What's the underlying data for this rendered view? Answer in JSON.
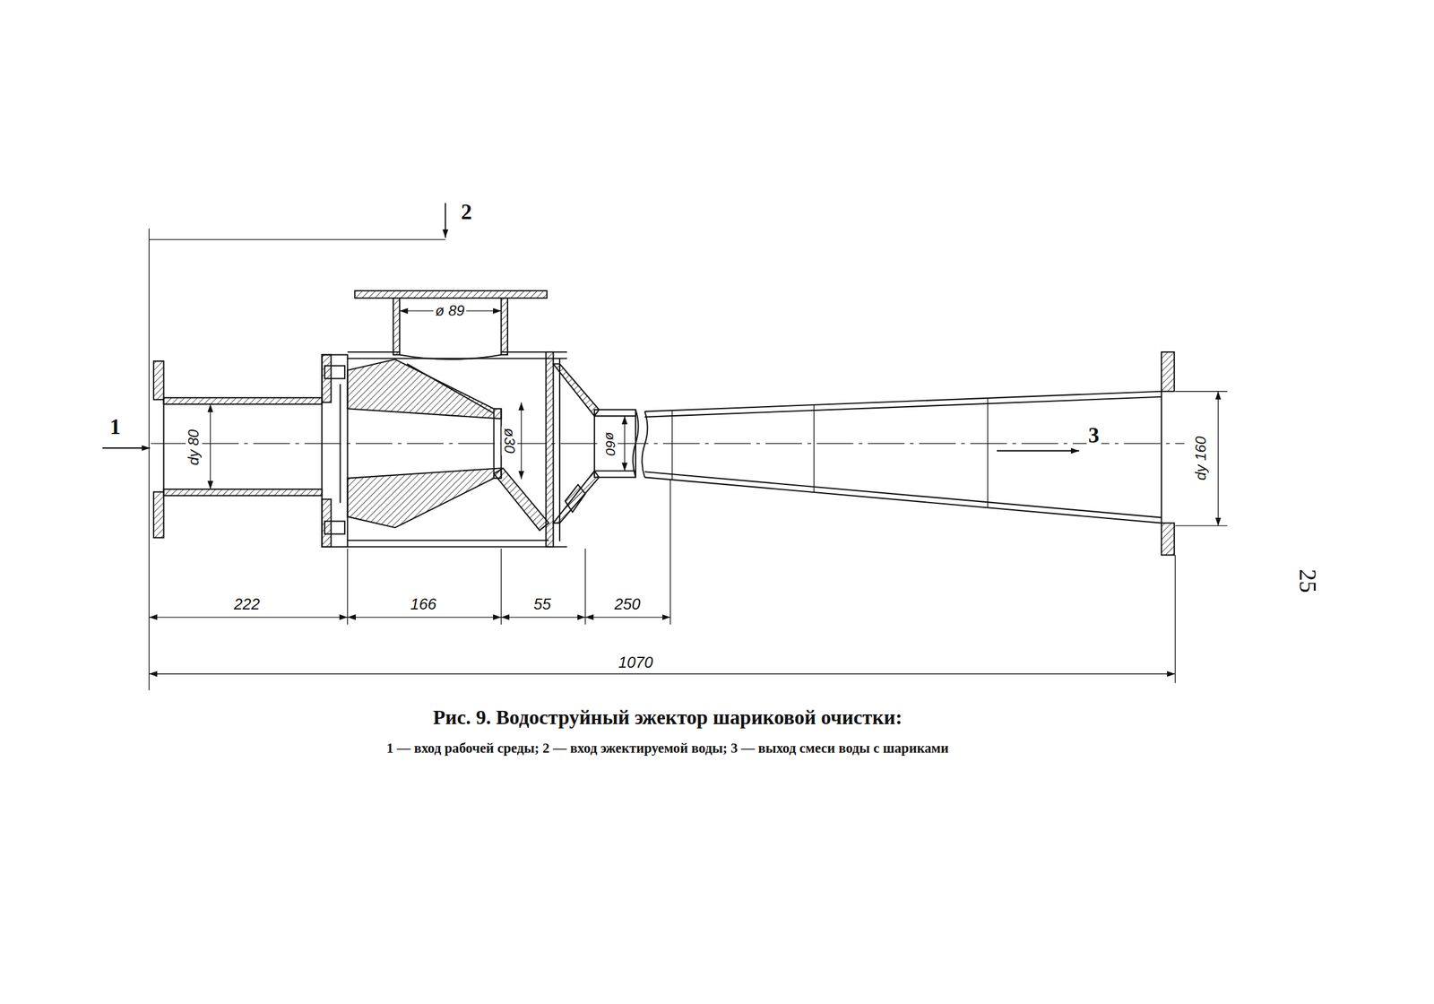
{
  "diagram": {
    "title": "Рис. 9. Водоструйный эжектор шариковой очистки:",
    "caption": "1 — вход рабочей среды; 2 — вход эжектируемой воды; 3 — выход смеси воды с шариками",
    "labels": [
      "2",
      "ø 89",
      "ø30",
      "1",
      "dу 80",
      "ø60",
      "3",
      "dу 160",
      "222",
      "166",
      "55",
      "250",
      "1070",
      "25"
    ]
  }
}
